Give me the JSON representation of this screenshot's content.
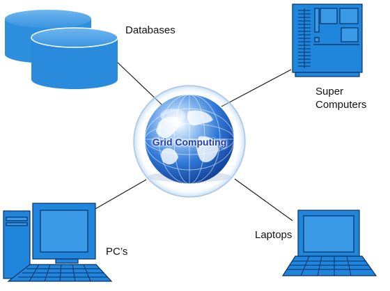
{
  "diagram": {
    "center_label": "Grid Computing",
    "nodes": [
      {
        "id": "databases",
        "label": "Databases",
        "icon": "database-icon"
      },
      {
        "id": "super",
        "label_line1": "Super",
        "label_line2": "Computers",
        "icon": "super-computer-icon"
      },
      {
        "id": "pcs",
        "label": "PC’s",
        "icon": "desktop-pc-icon"
      },
      {
        "id": "laptops",
        "label": "Laptops",
        "icon": "laptop-icon"
      }
    ],
    "colors": {
      "device_fill": "#1f86dc",
      "device_stroke": "#0b2f63",
      "database_fill": "#2e8ddc",
      "globe_blue": "#1e5fc8",
      "line": "#1a1a1a"
    }
  }
}
